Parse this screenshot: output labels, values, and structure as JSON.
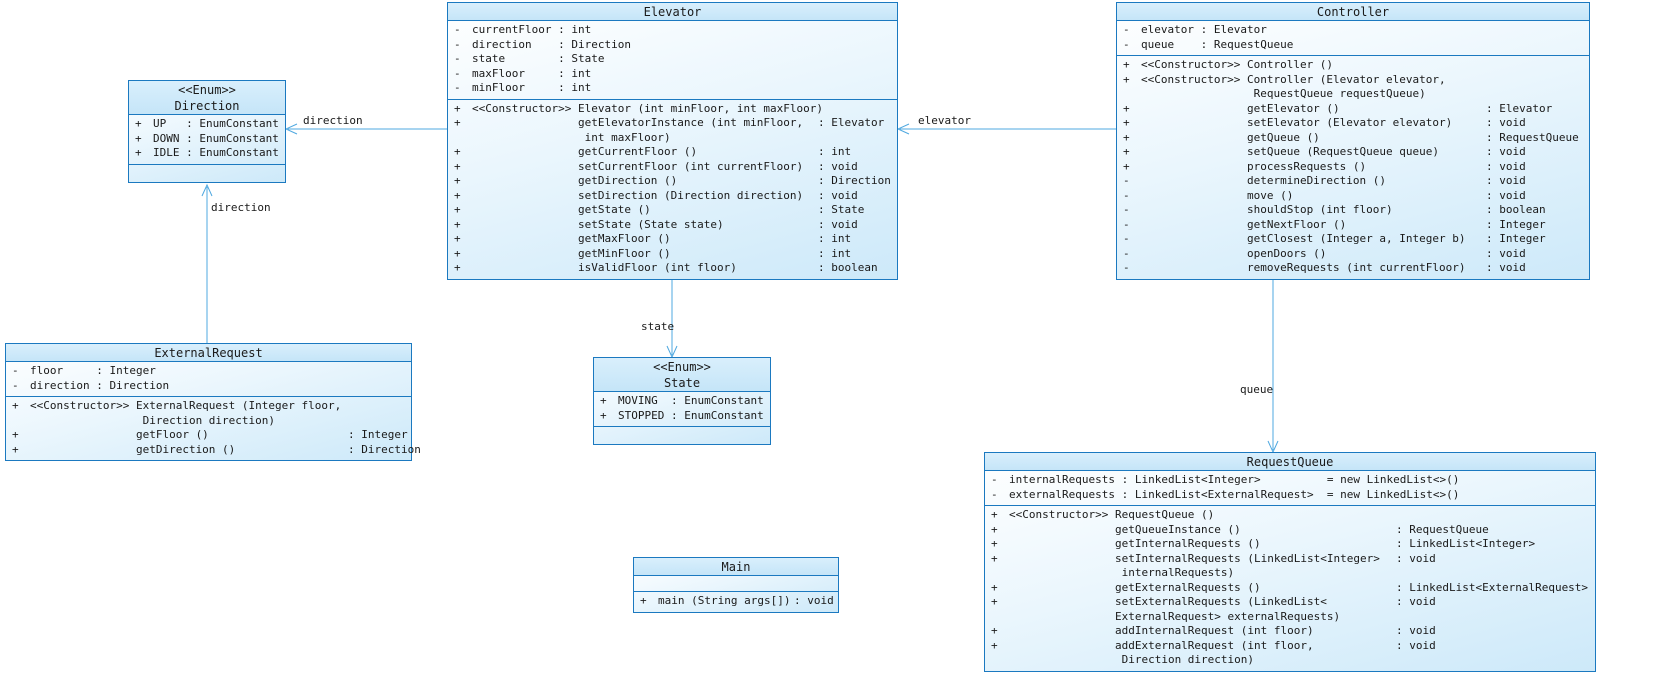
{
  "style": {
    "box_border_color": "#1b79c0",
    "box_fill_top": "#ffffff",
    "box_fill_bottom": "#cde9f9",
    "title_fill": "#cfe9fa",
    "connector_color": "#4fa8e0",
    "text_color": "#1a1a1a",
    "canvas_background": "#ffffff"
  },
  "classes": {
    "elevator": {
      "title": "Elevator",
      "attributes": [
        {
          "v": "-",
          "t": "currentFloor : int"
        },
        {
          "v": "-",
          "t": "direction    : Direction"
        },
        {
          "v": "-",
          "t": "state        : State"
        },
        {
          "v": "-",
          "t": "maxFloor     : int"
        },
        {
          "v": "-",
          "t": "minFloor     : int"
        }
      ],
      "methods": [
        {
          "v": "+",
          "s": "<<Constructor>> Elevator (int minFloor, int maxFloor)",
          "r": ""
        },
        {
          "v": "+",
          "s": "                getElevatorInstance (int minFloor,",
          "r": ": Elevator"
        },
        {
          "v": "",
          "s": "                 int maxFloor)",
          "r": ""
        },
        {
          "v": "+",
          "s": "                getCurrentFloor ()",
          "r": ": int"
        },
        {
          "v": "+",
          "s": "                setCurrentFloor (int currentFloor)",
          "r": ": void"
        },
        {
          "v": "+",
          "s": "                getDirection ()",
          "r": ": Direction"
        },
        {
          "v": "+",
          "s": "                setDirection (Direction direction)",
          "r": ": void"
        },
        {
          "v": "+",
          "s": "                getState ()",
          "r": ": State"
        },
        {
          "v": "+",
          "s": "                setState (State state)",
          "r": ": void"
        },
        {
          "v": "+",
          "s": "                getMaxFloor ()",
          "r": ": int"
        },
        {
          "v": "+",
          "s": "                getMinFloor ()",
          "r": ": int"
        },
        {
          "v": "+",
          "s": "                isValidFloor (int floor)",
          "r": ": boolean"
        }
      ]
    },
    "controller": {
      "title": "Controller",
      "attributes": [
        {
          "v": "-",
          "t": "elevator : Elevator"
        },
        {
          "v": "-",
          "t": "queue    : RequestQueue"
        }
      ],
      "methods": [
        {
          "v": "+",
          "s": "<<Constructor>> Controller ()",
          "r": ""
        },
        {
          "v": "+",
          "s": "<<Constructor>> Controller (Elevator elevator,",
          "r": ""
        },
        {
          "v": "",
          "s": "                 RequestQueue requestQueue)",
          "r": ""
        },
        {
          "v": "+",
          "s": "                getElevator ()",
          "r": ": Elevator"
        },
        {
          "v": "+",
          "s": "                setElevator (Elevator elevator)",
          "r": ": void"
        },
        {
          "v": "+",
          "s": "                getQueue ()",
          "r": ": RequestQueue"
        },
        {
          "v": "+",
          "s": "                setQueue (RequestQueue queue)",
          "r": ": void"
        },
        {
          "v": "+",
          "s": "                processRequests ()",
          "r": ": void"
        },
        {
          "v": "-",
          "s": "                determineDirection ()",
          "r": ": void"
        },
        {
          "v": "-",
          "s": "                move ()",
          "r": ": void"
        },
        {
          "v": "-",
          "s": "                shouldStop (int floor)",
          "r": ": boolean"
        },
        {
          "v": "-",
          "s": "                getNextFloor ()",
          "r": ": Integer"
        },
        {
          "v": "-",
          "s": "                getClosest (Integer a, Integer b)",
          "r": ": Integer"
        },
        {
          "v": "-",
          "s": "                openDoors ()",
          "r": ": void"
        },
        {
          "v": "-",
          "s": "                removeRequests (int currentFloor)",
          "r": ": void"
        }
      ]
    },
    "direction": {
      "stereotype": "<<Enum>>",
      "title": "Direction",
      "attributes": [
        {
          "v": "+",
          "t": "UP   : EnumConstant"
        },
        {
          "v": "+",
          "t": "DOWN : EnumConstant"
        },
        {
          "v": "+",
          "t": "IDLE : EnumConstant"
        }
      ],
      "methods": []
    },
    "state": {
      "stereotype": "<<Enum>>",
      "title": "State",
      "attributes": [
        {
          "v": "+",
          "t": "MOVING  : EnumConstant"
        },
        {
          "v": "+",
          "t": "STOPPED : EnumConstant"
        }
      ],
      "methods": []
    },
    "external_request": {
      "title": "ExternalRequest",
      "attributes": [
        {
          "v": "-",
          "t": "floor     : Integer"
        },
        {
          "v": "-",
          "t": "direction : Direction"
        }
      ],
      "methods": [
        {
          "v": "+",
          "s": "<<Constructor>> ExternalRequest (Integer floor,",
          "r": ""
        },
        {
          "v": "",
          "s": "                 Direction direction)",
          "r": ""
        },
        {
          "v": "+",
          "s": "                getFloor ()",
          "r": ": Integer"
        },
        {
          "v": "+",
          "s": "                getDirection ()",
          "r": ": Direction"
        }
      ]
    },
    "main": {
      "title": "Main",
      "attributes": [],
      "methods": [
        {
          "v": "+",
          "s": "main (String args[])",
          "r": ": void"
        }
      ]
    },
    "request_queue": {
      "title": "RequestQueue",
      "attributes": [
        {
          "v": "-",
          "t": "internalRequests : LinkedList<Integer>          = new LinkedList<>()"
        },
        {
          "v": "-",
          "t": "externalRequests : LinkedList<ExternalRequest>  = new LinkedList<>()"
        }
      ],
      "methods": [
        {
          "v": "+",
          "s": "<<Constructor>> RequestQueue ()",
          "r": ""
        },
        {
          "v": "+",
          "s": "                getQueueInstance ()",
          "r": ": RequestQueue"
        },
        {
          "v": "+",
          "s": "                getInternalRequests ()",
          "r": ": LinkedList<Integer>"
        },
        {
          "v": "+",
          "s": "                setInternalRequests (LinkedList<Integer>",
          "r": ": void"
        },
        {
          "v": "",
          "s": "                 internalRequests)",
          "r": ""
        },
        {
          "v": "+",
          "s": "                getExternalRequests ()",
          "r": ": LinkedList<ExternalRequest>"
        },
        {
          "v": "+",
          "s": "                setExternalRequests (LinkedList<",
          "r": ": void"
        },
        {
          "v": "",
          "s": "                ExternalRequest> externalRequests)",
          "r": ""
        },
        {
          "v": "+",
          "s": "                addInternalRequest (int floor)",
          "r": ": void"
        },
        {
          "v": "+",
          "s": "                addExternalRequest (int floor,",
          "r": ": void"
        },
        {
          "v": "",
          "s": "                 Direction direction)",
          "r": ""
        }
      ]
    }
  },
  "connections": [
    {
      "from": "Controller",
      "to": "Elevator",
      "label": "elevator"
    },
    {
      "from": "Elevator",
      "to": "Direction",
      "label": "direction"
    },
    {
      "from": "ExternalRequest",
      "to": "Direction",
      "label": "direction"
    },
    {
      "from": "Elevator",
      "to": "State",
      "label": "state"
    },
    {
      "from": "Controller",
      "to": "RequestQueue",
      "label": "queue"
    }
  ]
}
